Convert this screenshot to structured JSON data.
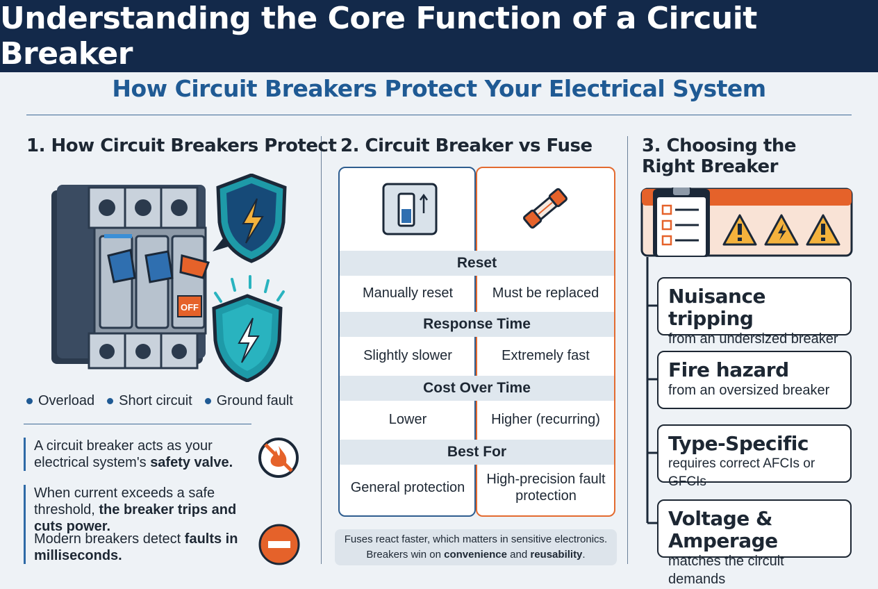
{
  "header": {
    "title": "Understanding the Core Function of a Circuit Breaker",
    "subtitle": "How Circuit Breakers Protect Your Electrical System"
  },
  "colors": {
    "navy": "#13294a",
    "blue": "#1f5a94",
    "orange": "#e36a2f",
    "teal": "#1e9aa8"
  },
  "col1": {
    "title": "1. How Circuit Breakers Protect",
    "off_label": "OFF",
    "bullets": [
      "Overload",
      "Short circuit",
      "Ground fault"
    ],
    "texts": [
      {
        "pre": "A circuit breaker acts as your electrical system's ",
        "bold": "safety valve.",
        "post": ""
      },
      {
        "pre": "When current exceeds a safe threshold, ",
        "bold": "the breaker trips and cuts power.",
        "post": ""
      },
      {
        "pre": "Modern breakers detect ",
        "bold": "faults in milliseconds.",
        "post": ""
      }
    ],
    "icons": [
      "no-fire-icon",
      "stop-icon"
    ]
  },
  "col2": {
    "title": "2. Circuit Breaker vs Fuse",
    "rows": [
      {
        "label": "Reset",
        "breaker": "Manually reset",
        "fuse": "Must be replaced"
      },
      {
        "label": "Response Time",
        "breaker": "Slightly slower",
        "fuse": "Extremely fast"
      },
      {
        "label": "Cost Over Time",
        "breaker": "Lower",
        "fuse": "Higher (recurring)"
      },
      {
        "label": "Best For",
        "breaker": "General protection",
        "fuse": "High-precision fault protection"
      }
    ],
    "note": {
      "line1": "Fuses react faster, which matters in sensitive electronics.",
      "line2_pre": "Breakers win on ",
      "line2_b1": "convenience",
      "line2_mid": " and ",
      "line2_b2": "reusability",
      "line2_post": "."
    }
  },
  "col3": {
    "title": "3. Choosing the Right Breaker",
    "items": [
      {
        "title": "Nuisance tripping",
        "sub": "from an undersized breaker"
      },
      {
        "title": "Fire hazard",
        "sub": "from an oversized breaker"
      },
      {
        "title": "Type-Specific",
        "sub": "requires correct AFCIs or GFCIs"
      },
      {
        "title": "Voltage & Amperage",
        "sub": "matches the circuit demands"
      }
    ]
  }
}
